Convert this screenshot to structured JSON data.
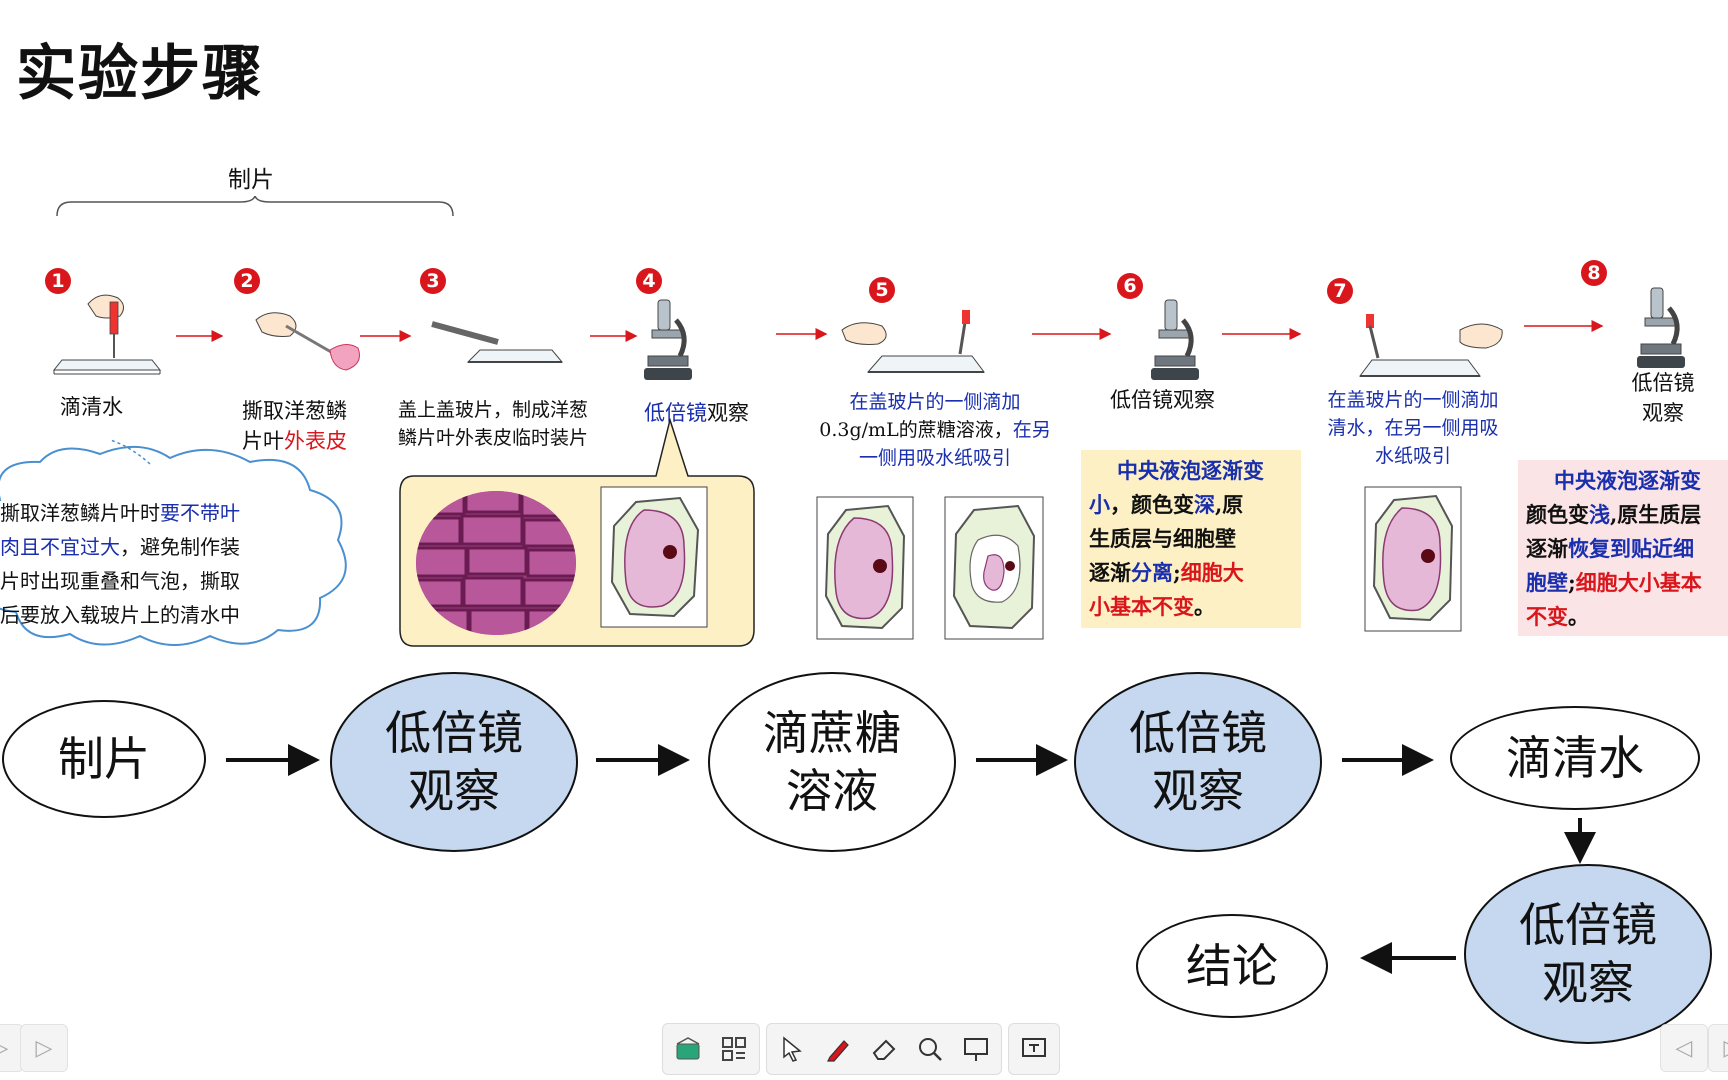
{
  "title": "实验步骤",
  "bracket_label": "制片",
  "steps": {
    "s1": {
      "num": "1",
      "label": "滴清水"
    },
    "s2": {
      "num": "2",
      "label_a": "撕取洋葱鳞",
      "label_b": "片叶",
      "label_c": "外表皮"
    },
    "s3": {
      "num": "3",
      "line1": "盖上盖玻片，制成洋葱",
      "line2": "鳞片叶外表皮临时装片"
    },
    "s4": {
      "num": "4",
      "label_a": "低倍镜",
      "label_b": "观察"
    },
    "s5": {
      "num": "5",
      "line1": "在盖玻片的一侧滴加",
      "line2_a": "0.3g/mL的蔗糖溶液，",
      "line2_b": "在另",
      "line3": "一侧用吸水纸吸引"
    },
    "s6": {
      "num": "6",
      "label": "低倍镜观察"
    },
    "s7": {
      "num": "7",
      "line1": "在盖玻片的一侧滴加",
      "line2": "清水，在另一侧用吸",
      "line3": "水纸吸引"
    },
    "s8": {
      "num": "8",
      "line1": "低倍镜",
      "line2": "观察"
    }
  },
  "cloud_note": {
    "l1a": "撕取洋葱鳞片叶时",
    "l1b": "要不带叶",
    "l2a": "肉且",
    "l2b": "不宜过大",
    "l2c": "，避免制作装",
    "l3": "片时出现重叠和气泡，撕取",
    "l4": "后要放入载玻片上的清水中"
  },
  "box6": {
    "a": "中央液泡逐渐变",
    "b": "小",
    "c": "，颜色变",
    "d": "深",
    "e": ",原",
    "f": "生质层与细胞壁",
    "g": "逐渐",
    "h": "分离",
    "i": ";",
    "j": "细胞大",
    "k": "小基本不变",
    "l": "。"
  },
  "box8": {
    "a": "中央液泡逐渐变",
    "b": "颜色变",
    "c": "浅",
    "d": ",原生质层",
    "e": "逐渐",
    "f": "恢复到贴近细",
    "g": "胞壁",
    "h": ";",
    "i": "细胞大小基本",
    "j": "不变",
    "k": "。"
  },
  "flow": {
    "n1": "制片",
    "n2": [
      "低倍镜",
      "观察"
    ],
    "n3": [
      "滴蔗糖",
      "溶液"
    ],
    "n4": [
      "低倍镜",
      "观察"
    ],
    "n5": "滴清水",
    "n6": [
      "低倍镜",
      "观察"
    ],
    "n7": "结论"
  },
  "icons": [
    "envelope-icon",
    "grid-icon",
    "pointer-icon",
    "pen-icon",
    "eraser-icon",
    "magnifier-icon",
    "board-icon",
    "present-icon",
    "prev-page-icon",
    "next-page-icon"
  ],
  "colors": {
    "accent_red": "#d9161b",
    "text_blue": "#1a2fae",
    "oval_fill": "#c5d8ef",
    "yellow_box": "#fdf0c4",
    "pink_box": "#fbe4e6"
  }
}
